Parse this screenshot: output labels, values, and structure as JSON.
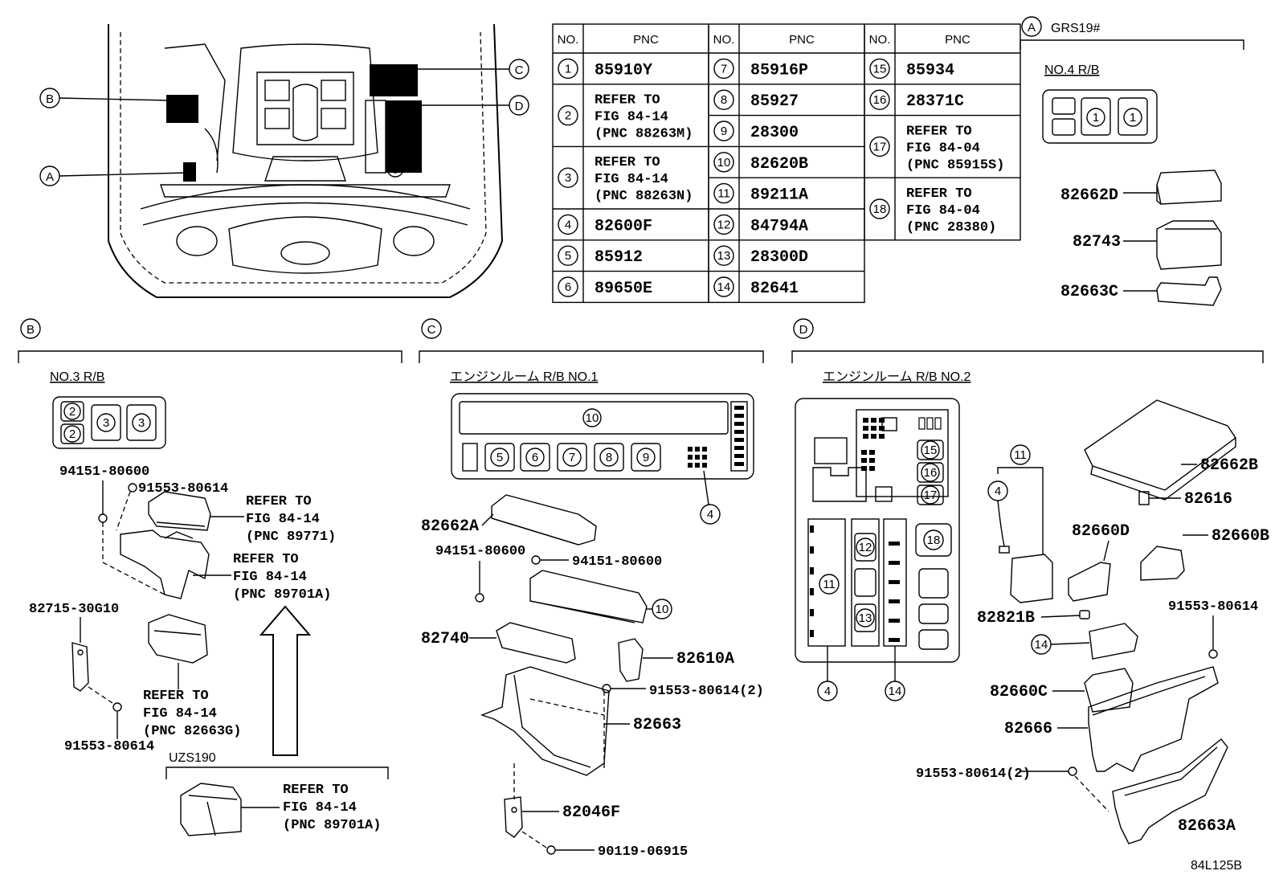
{
  "table": {
    "headers": {
      "no": "NO.",
      "pnc": "PNC"
    },
    "col1": [
      {
        "no": "1",
        "pnc": [
          "85910Y"
        ]
      },
      {
        "no": "2",
        "pnc": [
          "REFER TO",
          "FIG 84-14",
          "(PNC 88263M)"
        ]
      },
      {
        "no": "3",
        "pnc": [
          "REFER TO",
          "FIG 84-14",
          "(PNC 88263N)"
        ]
      },
      {
        "no": "4",
        "pnc": [
          "82600F"
        ]
      },
      {
        "no": "5",
        "pnc": [
          "85912"
        ]
      },
      {
        "no": "6",
        "pnc": [
          "89650E"
        ]
      }
    ],
    "col2": [
      {
        "no": "7",
        "pnc": [
          "85916P"
        ]
      },
      {
        "no": "8",
        "pnc": [
          "85927"
        ]
      },
      {
        "no": "9",
        "pnc": [
          "28300"
        ]
      },
      {
        "no": "10",
        "pnc": [
          "82620B"
        ]
      },
      {
        "no": "11",
        "pnc": [
          "89211A"
        ]
      },
      {
        "no": "12",
        "pnc": [
          "84794A"
        ]
      },
      {
        "no": "13",
        "pnc": [
          "28300D"
        ]
      },
      {
        "no": "14",
        "pnc": [
          "82641"
        ]
      }
    ],
    "col3": [
      {
        "no": "15",
        "pnc": [
          "85934"
        ]
      },
      {
        "no": "16",
        "pnc": [
          "28371C"
        ]
      },
      {
        "no": "17",
        "pnc": [
          "REFER TO",
          "FIG 84-04",
          "(PNC 85915S)"
        ]
      },
      {
        "no": "18",
        "pnc": [
          "REFER TO",
          "FIG 84-04",
          "(PNC 28380)"
        ]
      }
    ]
  },
  "overview": {
    "callouts": [
      "A",
      "B",
      "C",
      "D"
    ]
  },
  "section_a": {
    "letter": "A",
    "model": "GRS19#",
    "title": "NO.4 R/B",
    "box_numbers": [
      "1",
      "1"
    ],
    "parts": [
      "82662D",
      "82743",
      "82663C"
    ]
  },
  "section_b": {
    "letter": "B",
    "title": "NO.3 R/B",
    "box_numbers": [
      "2",
      "2",
      "3",
      "3"
    ],
    "parts": {
      "p94151": "94151-80600",
      "p91553a": "91553-80614",
      "p82715": "82715-30G10",
      "p91553b": "91553-80614"
    },
    "ref1": [
      "REFER TO",
      "FIG 84-14",
      "(PNC 89771)"
    ],
    "ref2": [
      "REFER TO",
      "FIG 84-14",
      "(PNC 89701A)"
    ],
    "ref3": [
      "REFER TO",
      "FIG 84-14",
      "(PNC 82663G)"
    ],
    "uzs_model": "UZS190",
    "ref4": [
      "REFER TO",
      "FIG 84-14",
      "(PNC 89701A)"
    ]
  },
  "section_c": {
    "letter": "C",
    "title": "エンジンルーム R/B NO.1",
    "box_numbers": [
      "10",
      "5",
      "6",
      "7",
      "8",
      "9",
      "4"
    ],
    "parts": {
      "p82662a": "82662A",
      "p94151a": "94151-80600",
      "p94151b": "94151-80600",
      "n10": "10",
      "p82740": "82740",
      "p82610a": "82610A",
      "p91553": "91553-80614(2)",
      "p82663": "82663",
      "p82046f": "82046F",
      "p90119": "90119-06915"
    }
  },
  "section_d": {
    "letter": "D",
    "title": "エンジンルーム R/B NO.2",
    "box_numbers": [
      "15",
      "16",
      "17",
      "11",
      "12",
      "13",
      "18",
      "4",
      "14"
    ],
    "parts": {
      "n11": "11",
      "n4": "4",
      "p82662b": "82662B",
      "p82616": "82616",
      "p82660d": "82660D",
      "p82660b": "82660B",
      "p82821b": "82821B",
      "n14": "14",
      "p91553a": "91553-80614",
      "p82660c": "82660C",
      "p82666": "82666",
      "p91553b": "91553-80614(2)",
      "p82663a": "82663A"
    }
  },
  "figure_code": "84L125B"
}
